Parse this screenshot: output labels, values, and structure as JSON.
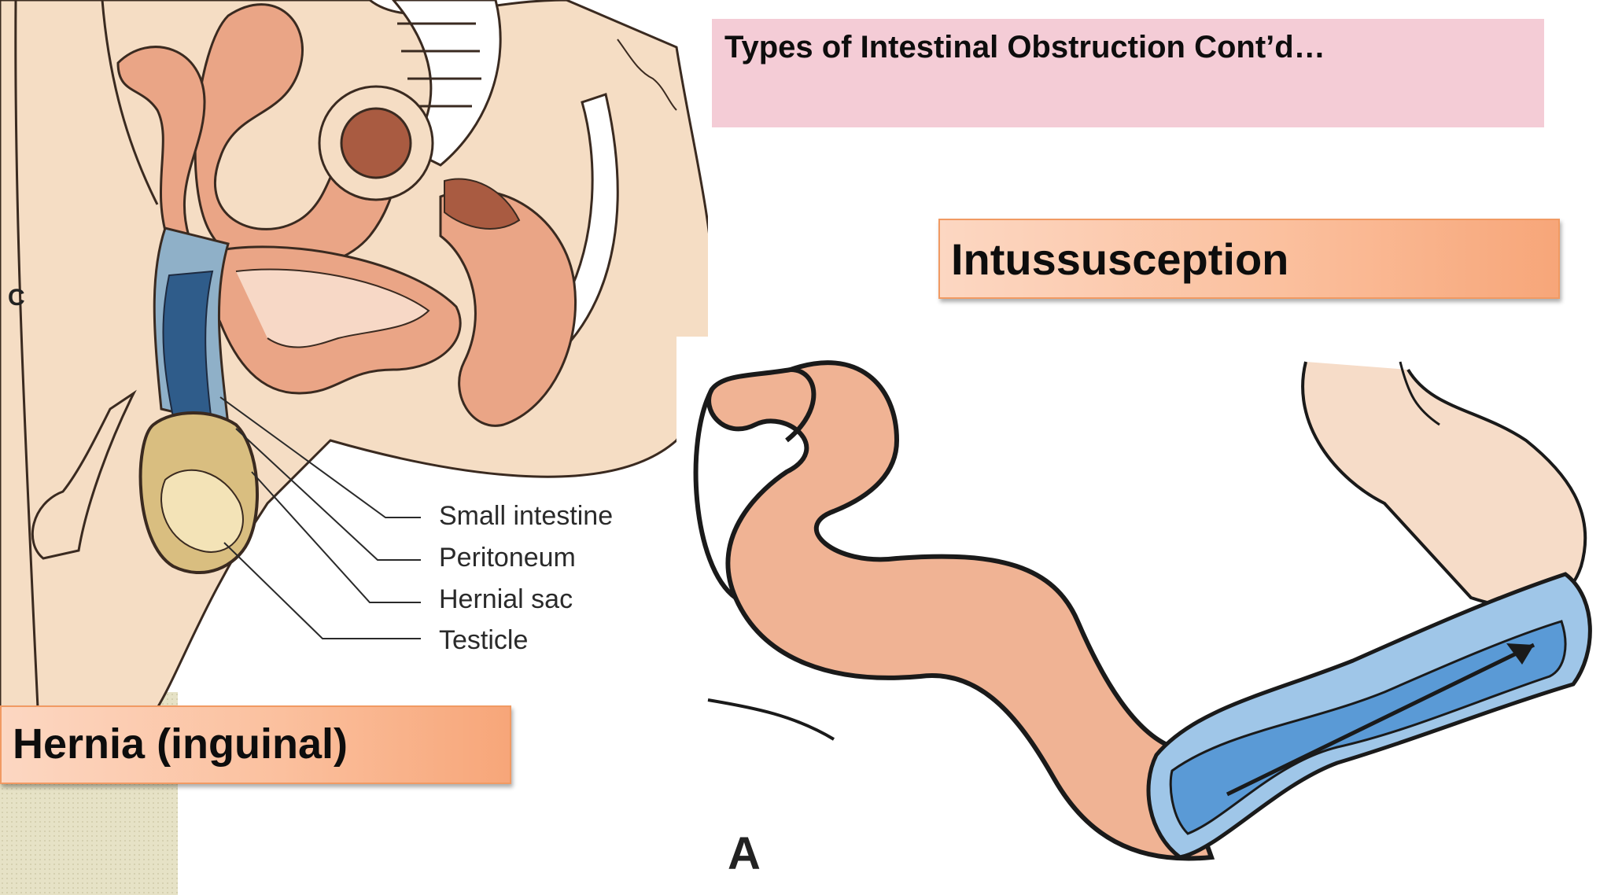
{
  "slide": {
    "title": "Types of Intestinal Obstruction Cont’d…",
    "colors": {
      "title_bg": "#f4ccd6",
      "label_bg": "#fbc09e",
      "label_border": "#f19a63",
      "corner_texture": "#e6e2c6"
    }
  },
  "hernia_figure": {
    "panel_letter": "C",
    "labels": [
      "Small intestine",
      "Peritoneum",
      "Hernial sac",
      "Testicle"
    ],
    "caption": "Hernia (inguinal)"
  },
  "intussusception_figure": {
    "panel_letter": "A",
    "caption": "Intussusception"
  }
}
